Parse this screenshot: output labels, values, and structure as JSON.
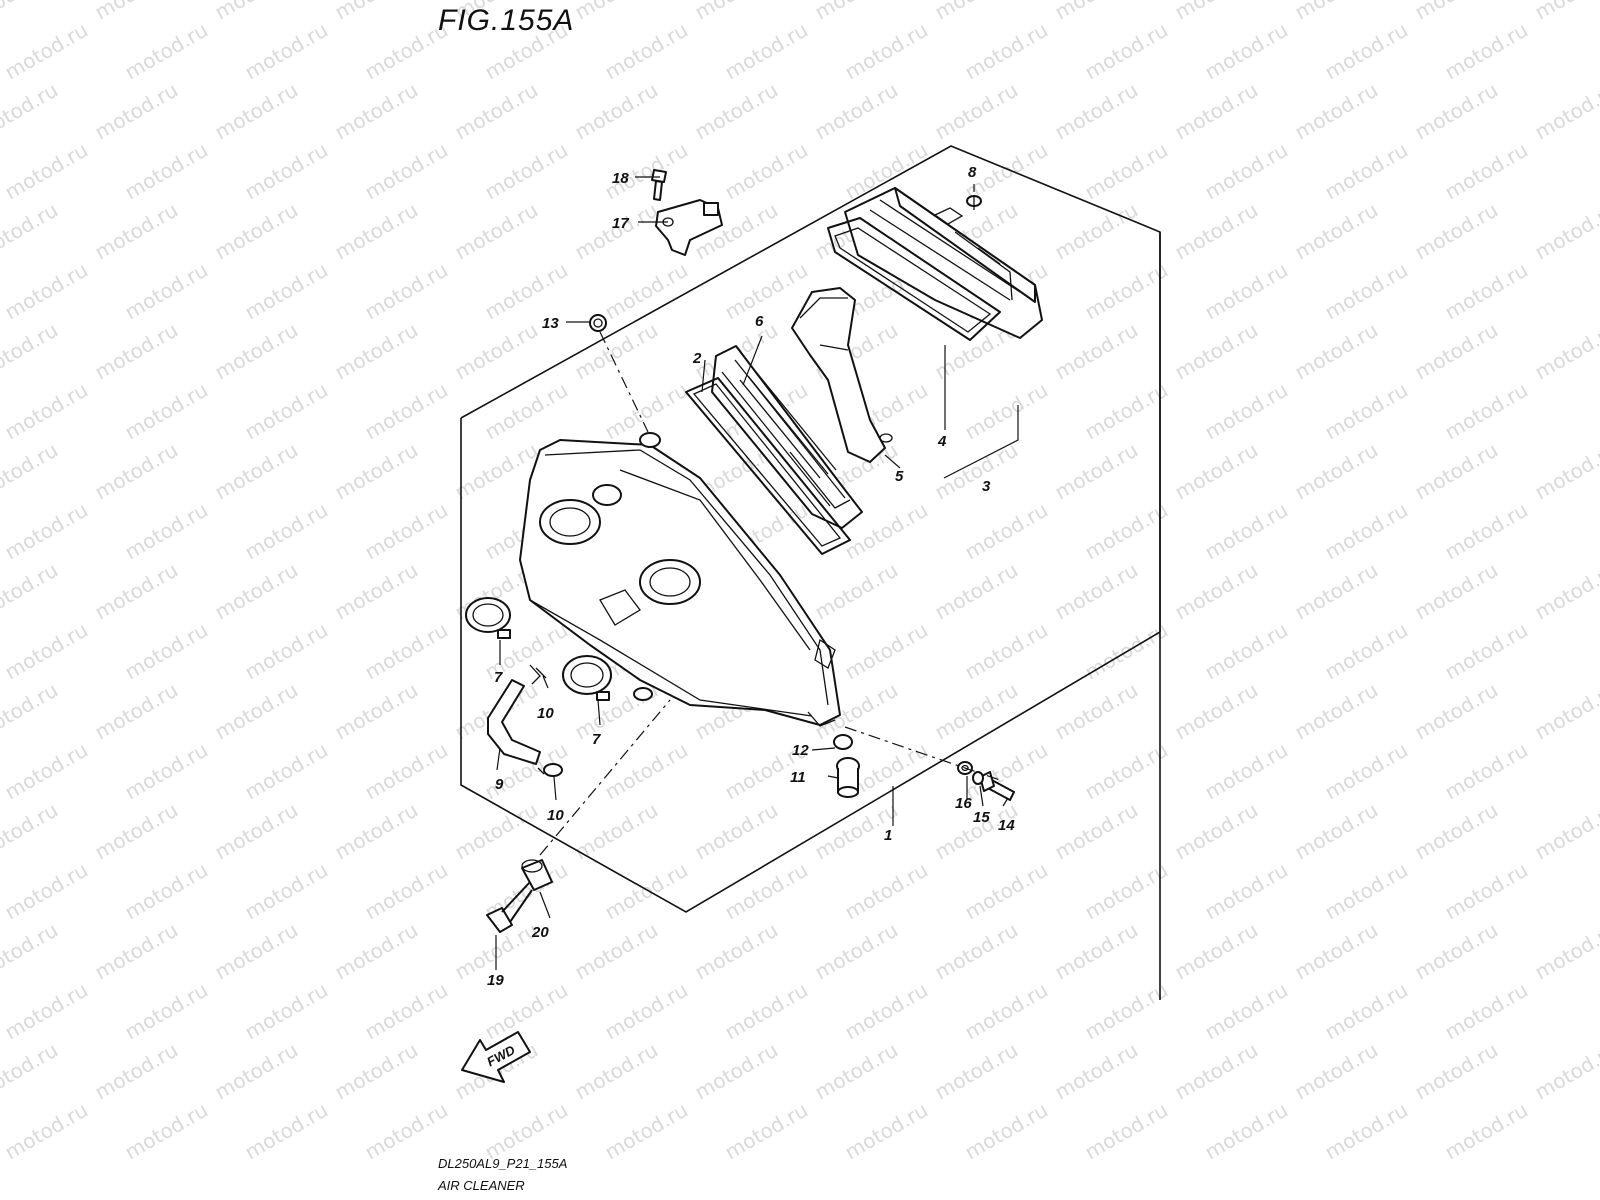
{
  "figure": {
    "title": "FIG.155A",
    "code": "DL250AL9_P21_155A",
    "name": "AIR CLEANER",
    "watermark": "motod.ru",
    "fwd_label": "FWD"
  },
  "callouts": [
    {
      "id": "1",
      "text": "1"
    },
    {
      "id": "2",
      "text": "2"
    },
    {
      "id": "3",
      "text": "3"
    },
    {
      "id": "4",
      "text": "4"
    },
    {
      "id": "5",
      "text": "5"
    },
    {
      "id": "6",
      "text": "6"
    },
    {
      "id": "7a",
      "text": "7"
    },
    {
      "id": "7b",
      "text": "7"
    },
    {
      "id": "8",
      "text": "8"
    },
    {
      "id": "9",
      "text": "9"
    },
    {
      "id": "10a",
      "text": "10"
    },
    {
      "id": "10b",
      "text": "10"
    },
    {
      "id": "11",
      "text": "11"
    },
    {
      "id": "12",
      "text": "12"
    },
    {
      "id": "13",
      "text": "13"
    },
    {
      "id": "14",
      "text": "14"
    },
    {
      "id": "15",
      "text": "15"
    },
    {
      "id": "16",
      "text": "16"
    },
    {
      "id": "17",
      "text": "17"
    },
    {
      "id": "18",
      "text": "18"
    },
    {
      "id": "19",
      "text": "19"
    },
    {
      "id": "20",
      "text": "20"
    }
  ]
}
